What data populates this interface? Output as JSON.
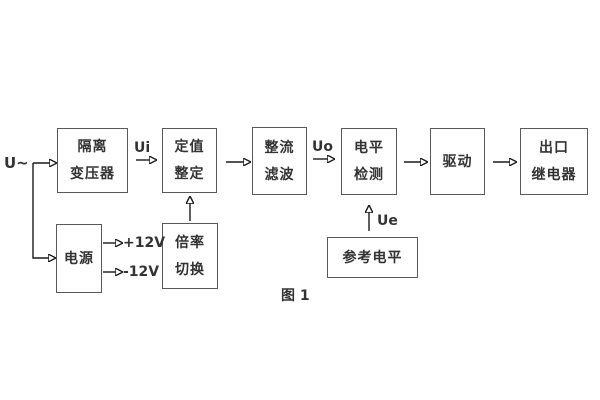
{
  "colors": {
    "background": "#ffffff",
    "box_border": "#595959",
    "text": "#333333",
    "wire": "#1a1a1a"
  },
  "figure": {
    "caption": "图 1"
  },
  "signals": {
    "input": "U~",
    "ui": "Ui",
    "uo": "Uo",
    "ue": "Ue",
    "rail_pos": "+12V",
    "rail_neg": "-12V"
  },
  "blocks": {
    "isolation_transformer": {
      "line1": "隔离",
      "line2": "变压器"
    },
    "setting": {
      "line1": "定值",
      "line2": "整定"
    },
    "rectifier_filter": {
      "line1": "整流",
      "line2": "滤波"
    },
    "level_detection": {
      "line1": "电平",
      "line2": "检测"
    },
    "drive": {
      "line1": "驱动"
    },
    "output_relay": {
      "line1": "出口",
      "line2": "继电器"
    },
    "power_supply": {
      "line1": "电源"
    },
    "ratio_switch": {
      "line1": "倍率",
      "line2": "切换"
    },
    "reference_level": {
      "line1": "参考电平"
    }
  }
}
